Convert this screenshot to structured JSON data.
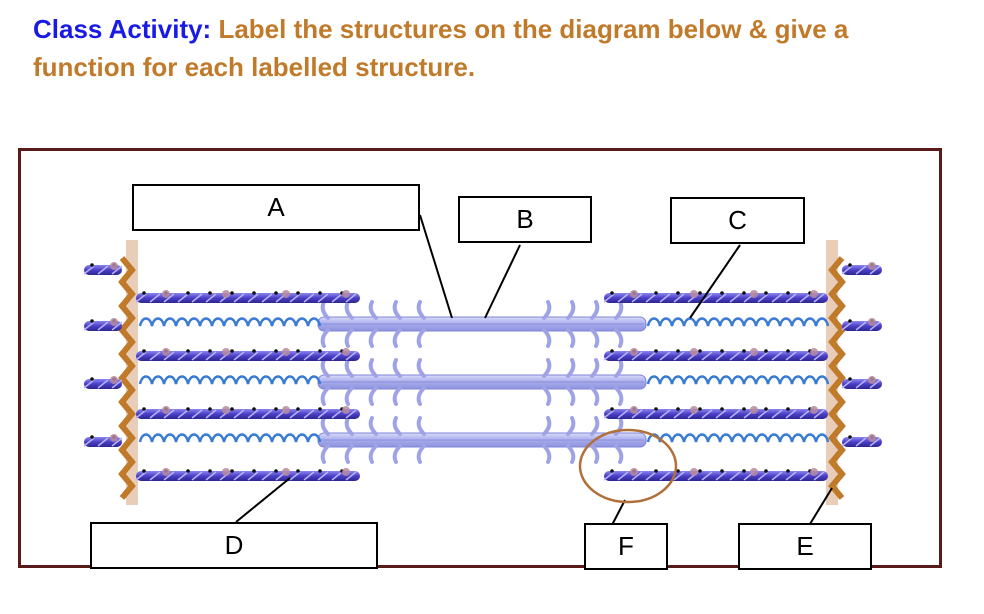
{
  "heading": {
    "lead": "Class Activity:",
    "rest": "Label the structures on the diagram below & give a function for each labelled structure."
  },
  "labels": {
    "a": "A",
    "b": "B",
    "c": "C",
    "d": "D",
    "e": "E",
    "f": "F"
  },
  "colors": {
    "heading_lead": "#1A1AE6",
    "heading_text": "#C07A2A",
    "frame_border": "#5A1A1A",
    "thin_filament": "#5A4FD6",
    "titin_spring": "#3A7BD5",
    "thick_filament": "#B9BCF0",
    "z_disc": "#C07A2A",
    "highlight_circle": "#B0703A"
  }
}
